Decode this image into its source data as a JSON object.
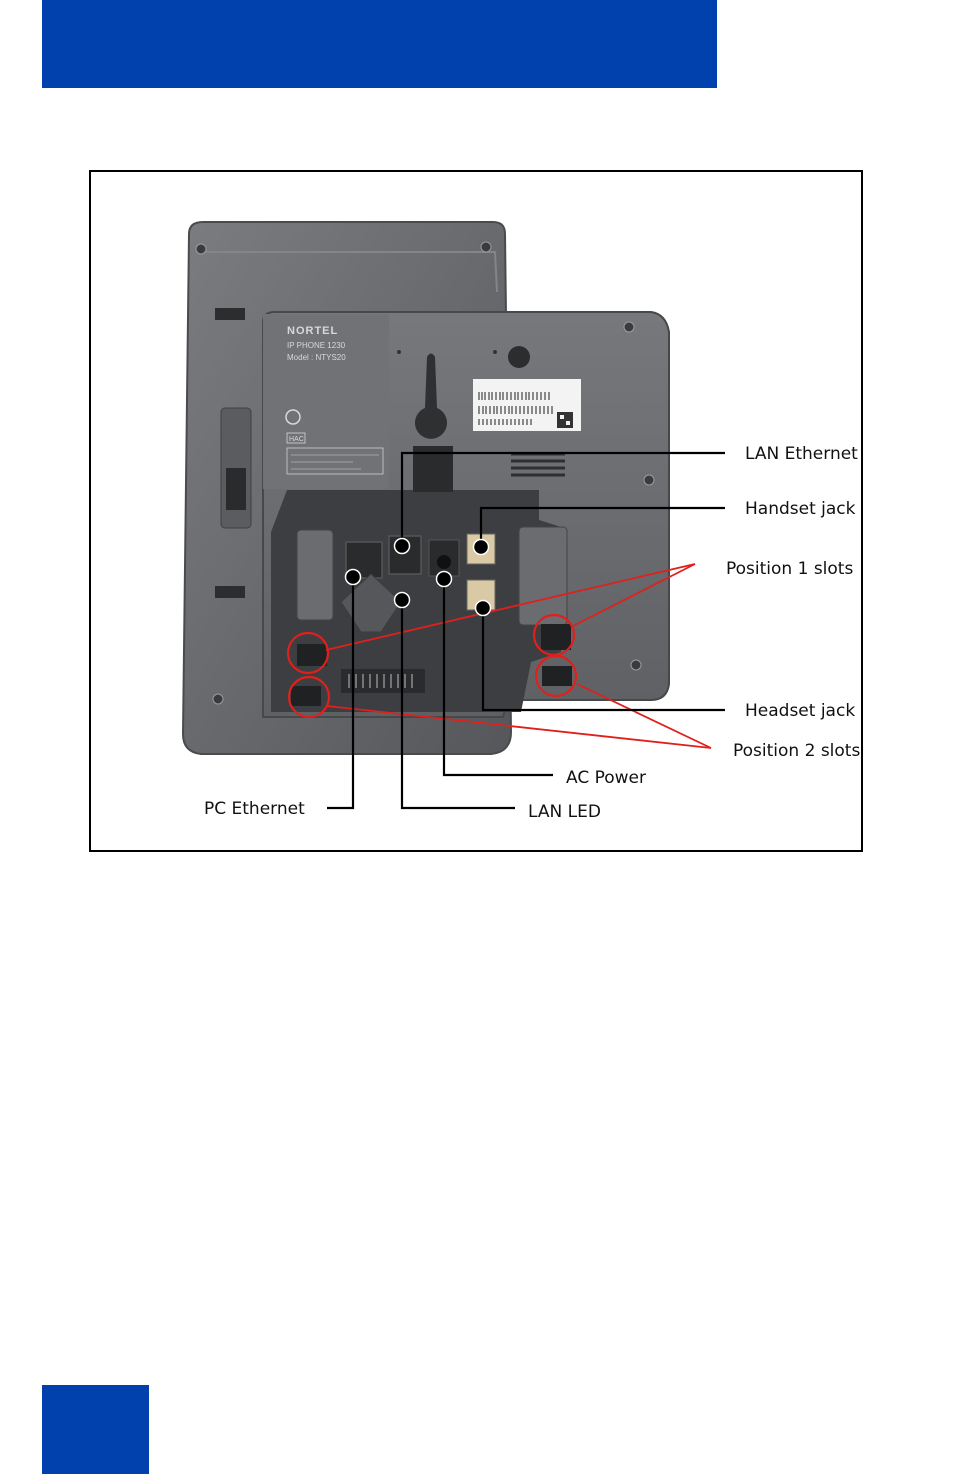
{
  "colors": {
    "header_blue": "#0041AD",
    "phone_body": "#6b6d70",
    "phone_dark": "#3a3b3d",
    "callout_black": "#000000",
    "callout_red": "#e0201c"
  },
  "phone": {
    "brand": "NORTEL",
    "model_line": "IP PHONE 1230",
    "model_number": "Model : NTYS20",
    "hac_mark": "HAC"
  },
  "callouts": {
    "lan_ethernet": "LAN Ethernet",
    "handset_jack": "Handset jack",
    "position_1_slots": "Position 1 slots",
    "headset_jack": "Headset jack",
    "position_2_slots": "Position 2 slots",
    "ac_power": "AC Power",
    "pc_ethernet": "PC Ethernet",
    "lan_led": "LAN LED"
  }
}
